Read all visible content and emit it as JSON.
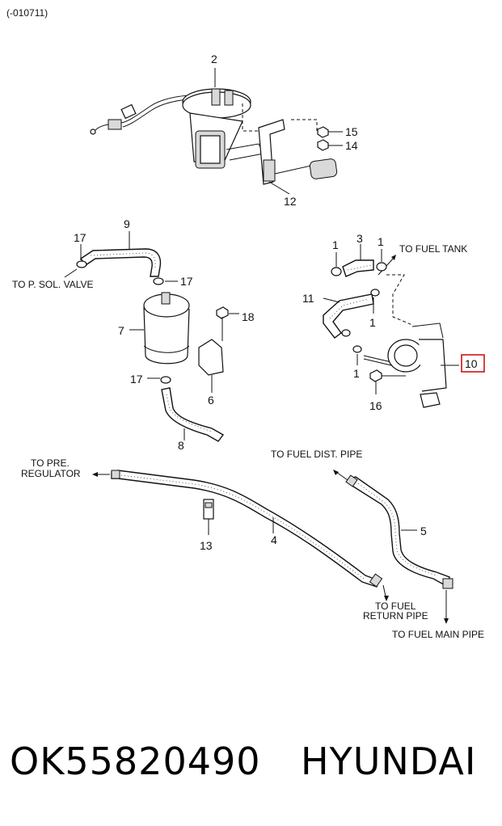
{
  "header": {
    "code": "(-010711)"
  },
  "callouts": {
    "c1a": "1",
    "c1b": "1",
    "c1c": "1",
    "c1d": "1",
    "c2": "2",
    "c3": "3",
    "c4": "4",
    "c5": "5",
    "c6": "6",
    "c7": "7",
    "c8": "8",
    "c9": "9",
    "c10": "10",
    "c11": "11",
    "c12": "12",
    "c13": "13",
    "c14": "14",
    "c15": "15",
    "c16": "16",
    "c17a": "17",
    "c17b": "17",
    "c17c": "17",
    "c18": "18"
  },
  "labels": {
    "to_fuel_tank": "TO FUEL TANK",
    "to_p_sol_valve": "TO P. SOL. VALVE",
    "to_fuel_dist_pipe": "TO FUEL DIST. PIPE",
    "to_pre_regulator_1": "TO PRE.",
    "to_pre_regulator_2": "REGULATOR",
    "to_fuel_return_pipe_1": "TO FUEL",
    "to_fuel_return_pipe_2": "RETURN PIPE",
    "to_fuel_main_pipe": "TO FUEL MAIN PIPE"
  },
  "footer": {
    "part_number": "OK55820490",
    "brand": "HYUNDAI"
  },
  "colors": {
    "highlight": "#d00000",
    "line": "#111111"
  }
}
